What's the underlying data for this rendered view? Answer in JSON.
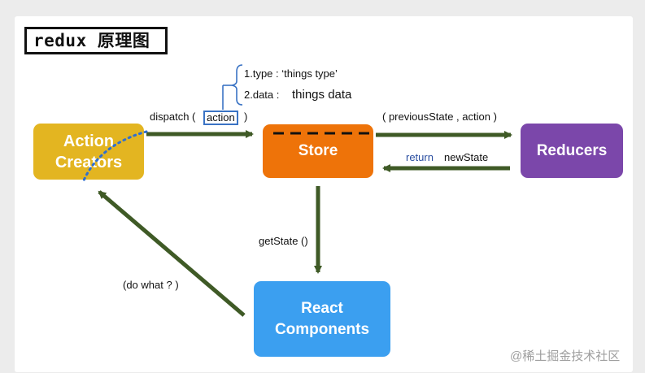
{
  "title": "redux 原理图",
  "nodes": {
    "action_creators": {
      "line1": "Action",
      "line2": "Creators"
    },
    "store": "Store",
    "reducers": "Reducers",
    "react_components": {
      "line1": "React",
      "line2": "Components"
    }
  },
  "labels": {
    "dispatch": "dispatch (",
    "action": "action",
    "dispatch_close": ")",
    "action_type": "1.type : ‘things type’",
    "action_data_key": "2.data :",
    "action_data_value": "things data",
    "previous_state": "( previousState , action )",
    "return_keyword": "return",
    "new_state": "newState",
    "get_state": "getState ()",
    "do_what": "(do what ? )"
  },
  "watermark": "@稀土掘金技术社区",
  "colors": {
    "action_creators": "#e3b521",
    "store": "#ee7309",
    "reducers": "#7b47aa",
    "react_components": "#3b9ff0",
    "arrow": "#3f5a26",
    "action_box_border": "#3a73c4",
    "return_keyword": "#2a4ea0"
  }
}
